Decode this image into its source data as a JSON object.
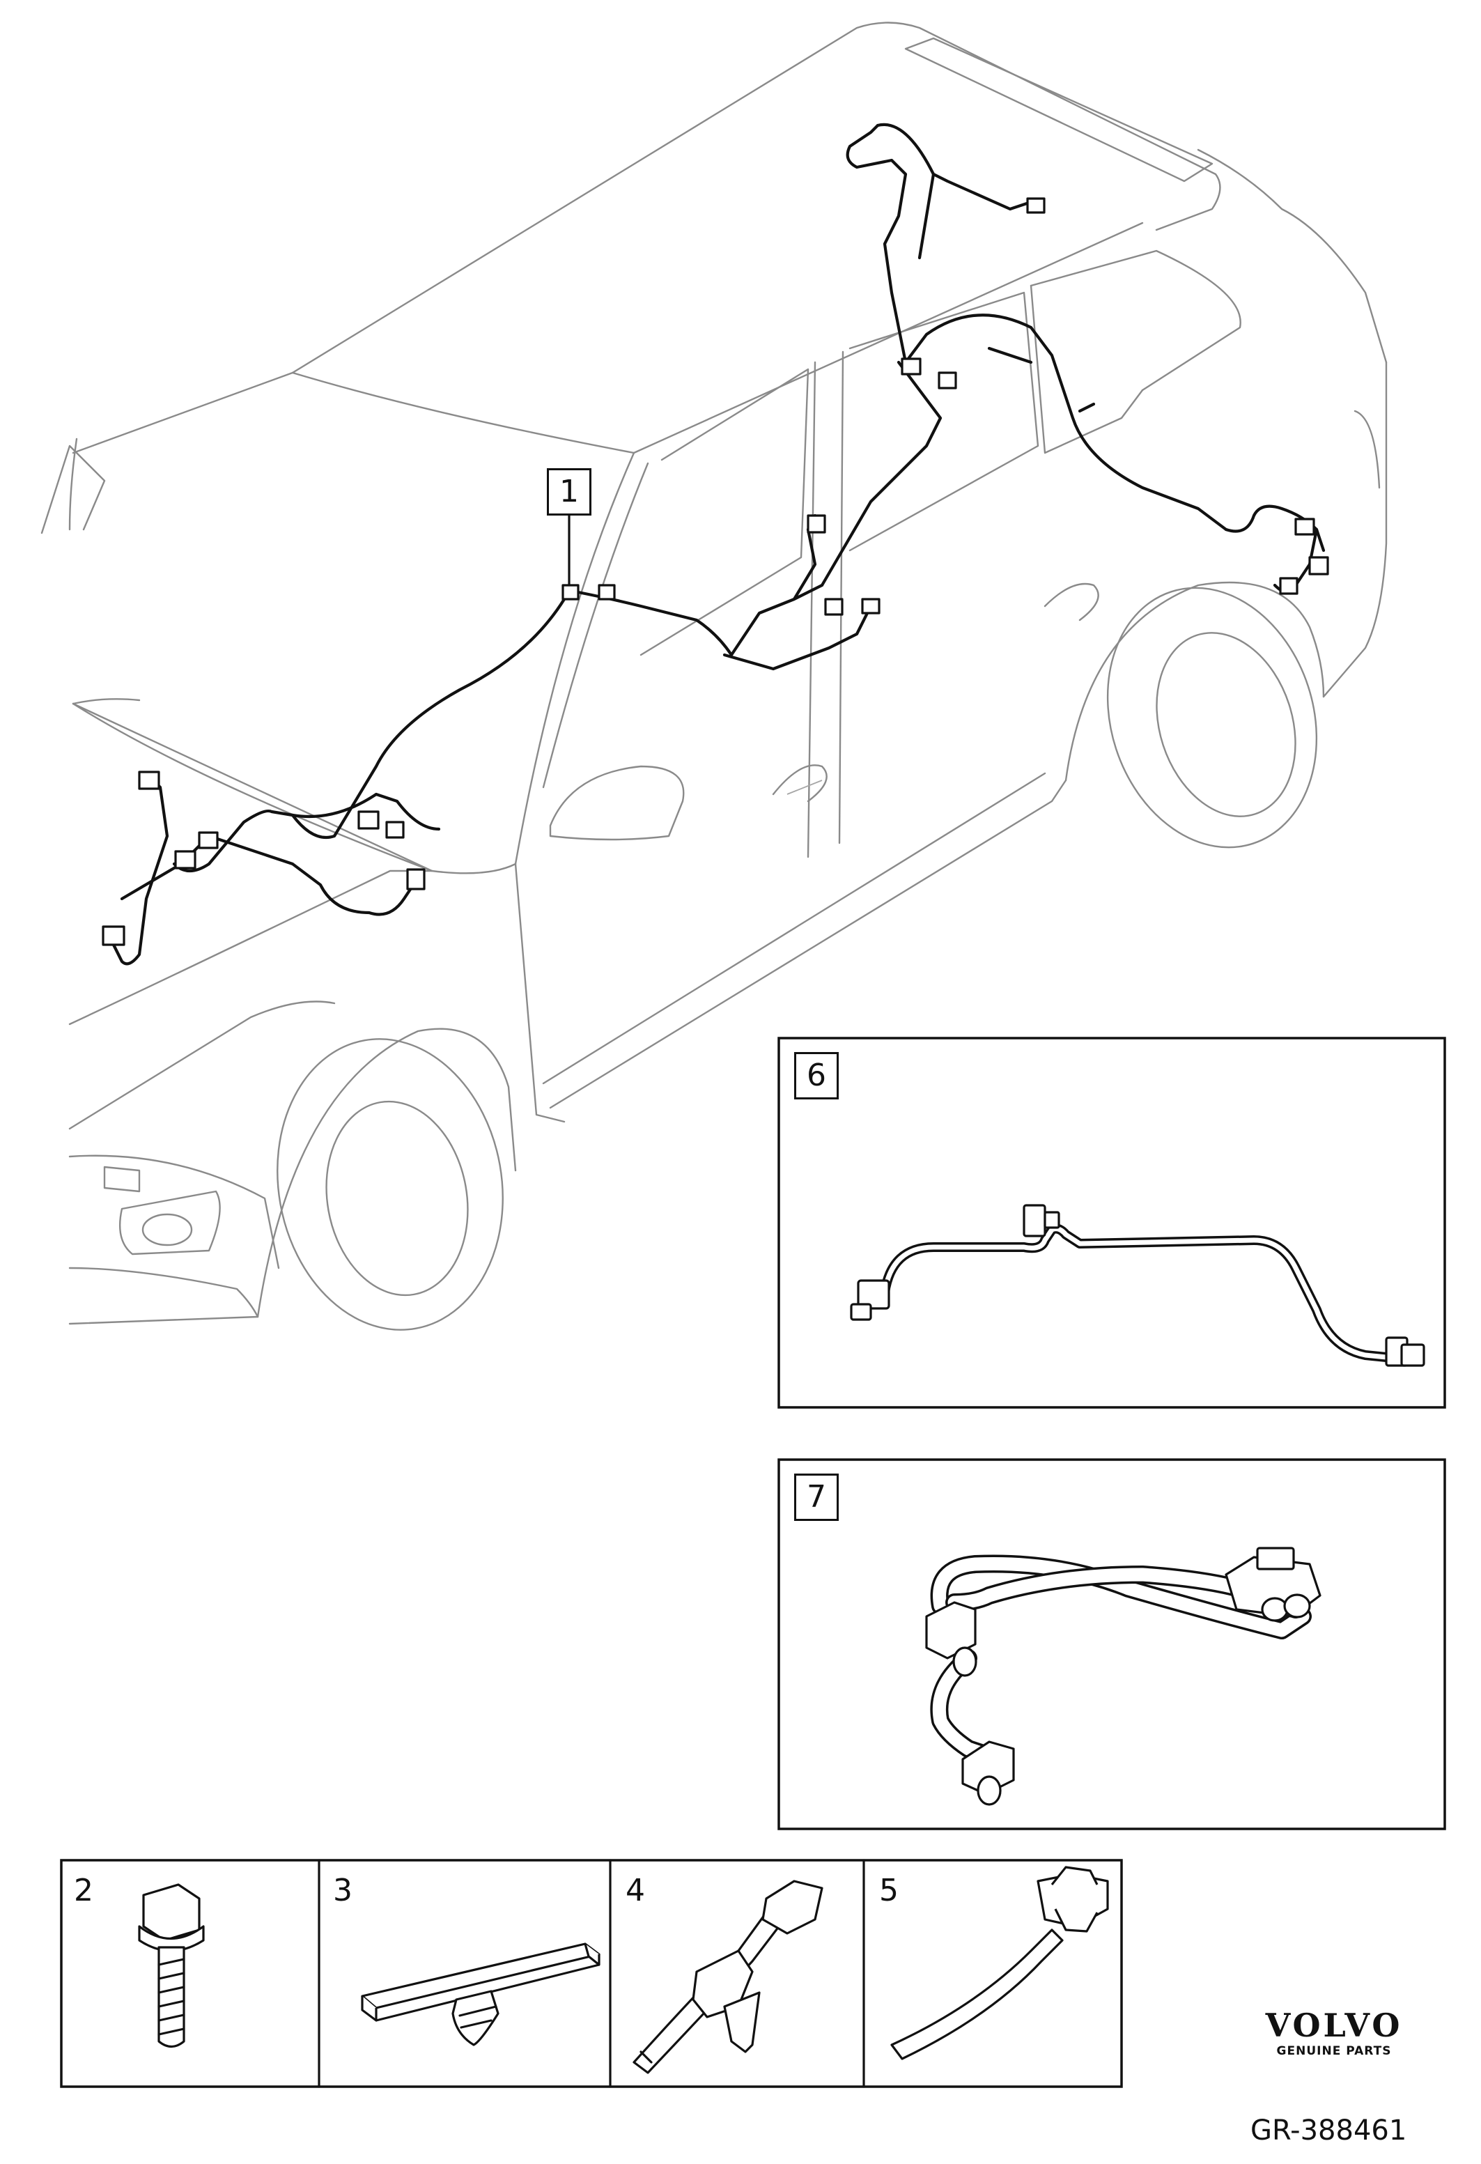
{
  "callouts": {
    "harness": "1",
    "bolt": "2",
    "clip": "3",
    "strap_holder": "4",
    "cable_tie": "5",
    "cable_6": "6",
    "cable_7": "7"
  },
  "brand": {
    "name": "VOLVO",
    "tagline": "GENUINE PARTS"
  },
  "drawing_code": "GR-388461"
}
